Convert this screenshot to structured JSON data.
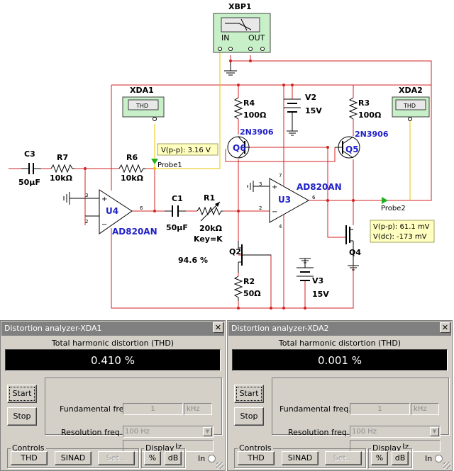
{
  "schematic": {
    "xbp1_label": "XBP1",
    "xbp1_in": "IN",
    "xbp1_out": "OUT",
    "xda1_label": "XDA1",
    "xda2_label": "XDA2",
    "thd_screen": "THD",
    "probe1_label": "Probe1",
    "probe1_reading": "V(p-p): 3.16 V",
    "probe2_label": "Probe2",
    "probe2_vpp": "V(p-p): 61.1 mV",
    "probe2_vdc": "V(dc): -173 mV",
    "c3_ref": "C3",
    "c3_val": "50µF",
    "r7_ref": "R7",
    "r7_val": "10kΩ",
    "r6_ref": "R6",
    "r6_val": "10kΩ",
    "u4_ref": "U4",
    "u4_part": "AD820AN",
    "c1_ref": "C1",
    "c1_val": "50µF",
    "r1_ref": "R1",
    "r1_val": "20kΩ",
    "r1_key": "Key=K",
    "pot_pct": "94.6 %",
    "r4_ref": "R4",
    "r4_val": "100Ω",
    "v2_ref": "V2",
    "v2_val": "15V",
    "r3_ref": "R3",
    "r3_val": "100Ω",
    "q6_ref": "Q6",
    "q6_part": "2N3906",
    "q5_ref": "Q5",
    "q5_part": "2N3906",
    "u3_ref": "U3",
    "u3_part": "AD820AN",
    "q2_ref": "Q2",
    "q4_ref": "Q4",
    "r2_ref": "R2",
    "r2_val": "50Ω",
    "v3_ref": "V3",
    "v3_val": "15V",
    "pin3": "3",
    "pin2": "2",
    "pin6": "6",
    "pin7": "7",
    "pin4": "4"
  },
  "analyzers": [
    {
      "title": "Distortion analyzer-XDA1",
      "close": "✕",
      "thd_heading": "Total harmonic distortion (THD)",
      "reading": "0.410 %",
      "start_label": "Start",
      "stop_label": "Stop",
      "fund_label": "Fundamental freq.",
      "fund_value": "1",
      "fund_unit": "kHz",
      "res_label": "Resolution freq.",
      "res_select": "100 Hz",
      "res_value": "100 Hz",
      "controls_caption": "Controls",
      "thd_btn": "THD",
      "sinad_btn": "SINAD",
      "set_btn": "Set...",
      "display_caption": "Display",
      "pct_btn": "%",
      "db_btn": "dB",
      "in_label": "In"
    },
    {
      "title": "Distortion analyzer-XDA2",
      "close": "✕",
      "thd_heading": "Total harmonic distortion (THD)",
      "reading": "0.001 %",
      "start_label": "Start",
      "stop_label": "Stop",
      "fund_label": "Fundamental freq.",
      "fund_value": "1",
      "fund_unit": "kHz",
      "res_label": "Resolution freq.",
      "res_select": "100 Hz",
      "res_value": "100 Hz",
      "controls_caption": "Controls",
      "thd_btn": "THD",
      "sinad_btn": "SINAD",
      "set_btn": "Set...",
      "display_caption": "Display",
      "pct_btn": "%",
      "db_btn": "dB",
      "in_label": "In"
    }
  ],
  "colors": {
    "wire_red": "#d42020",
    "wire_yellow": "#e8c400",
    "label_blue": "#2020c8",
    "probe_green": "#20b020",
    "probe_box": "#ffffc0"
  }
}
